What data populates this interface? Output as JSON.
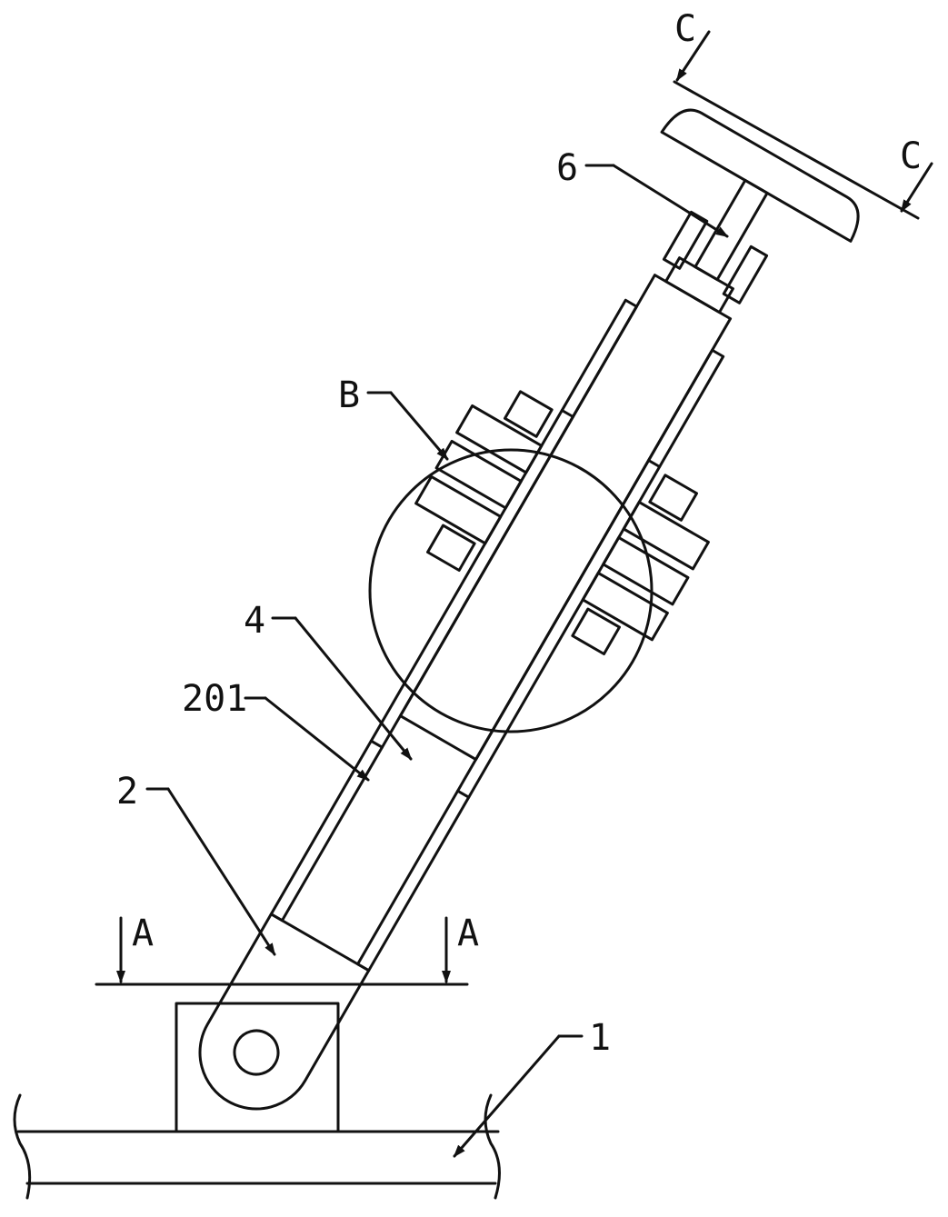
{
  "labels": {
    "section_c": "C",
    "section_b": "B",
    "section_a": "A",
    "part_6": "6",
    "part_4": "4",
    "part_201": "201",
    "part_2": "2",
    "part_1": "1"
  },
  "colors": {
    "ink": "#111111",
    "paper": "#ffffff"
  }
}
